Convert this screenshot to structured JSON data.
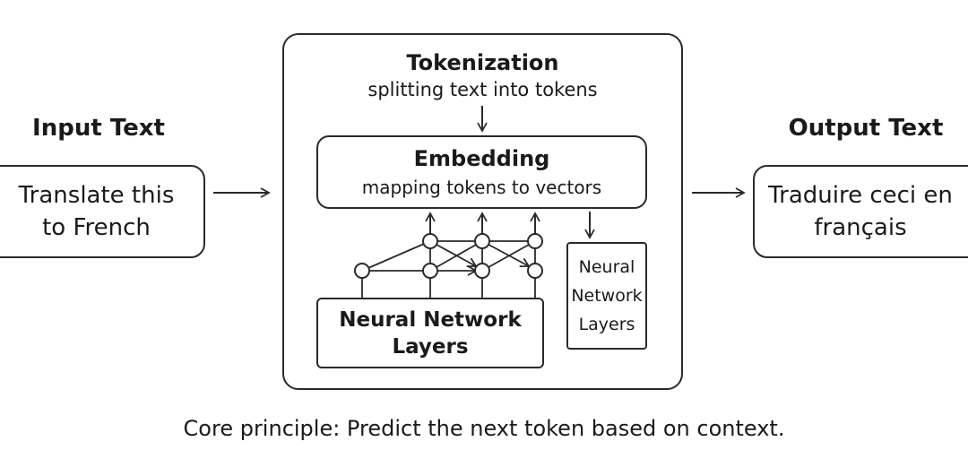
{
  "input": {
    "heading": "Input Text",
    "line1": "Translate this",
    "line2": "to French"
  },
  "output": {
    "heading": "Output Text",
    "line1": "Traduire ceci en",
    "line2": "français"
  },
  "model": {
    "tokenization": {
      "title": "Tokenization",
      "subtitle": "splitting text into tokens"
    },
    "embedding": {
      "title": "Embedding",
      "subtitle": "mapping tokens to vectors"
    },
    "layers_main": {
      "line1": "Neural Network",
      "line2": "Layers"
    },
    "layers_side": {
      "line1": "Neural",
      "line2": "Network",
      "line3": "Layers"
    }
  },
  "footer": {
    "text": "Core principle: Predict the next token based on context."
  },
  "colors": {
    "stroke": "#2a2a2a",
    "text": "#1a1a1a",
    "background": "#ffffff"
  }
}
